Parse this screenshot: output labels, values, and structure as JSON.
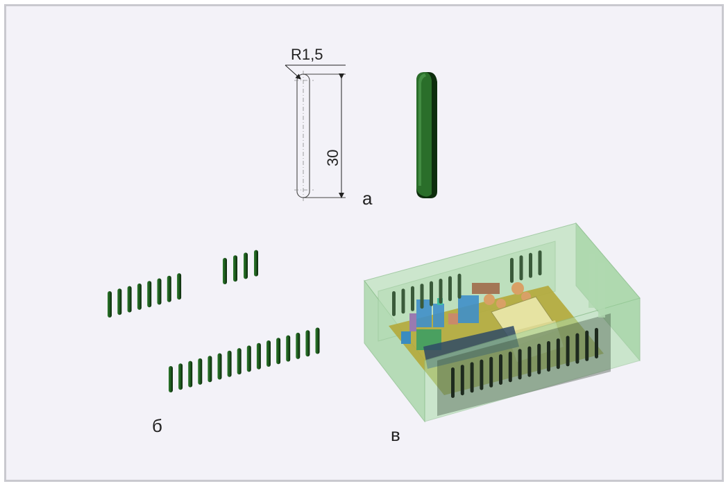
{
  "figure": {
    "dimension_radius": "R1,5",
    "dimension_length": "30",
    "panel_a": "a",
    "panel_b": "б",
    "panel_v": "в"
  },
  "colors": {
    "slot_green": "#1f5a1f",
    "slot_dark": "#0c2a0c",
    "case_green": "#9fd39f",
    "frame_border": "#c9c9cf",
    "background": "#f3f2f8"
  },
  "slot_groups": [
    {
      "name": "group-8-slots",
      "count": 8
    },
    {
      "name": "group-4-slots",
      "count": 4
    },
    {
      "name": "group-16-slots",
      "count": 16
    }
  ]
}
